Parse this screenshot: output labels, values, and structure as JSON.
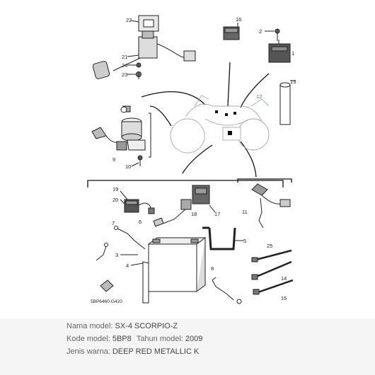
{
  "diagram": {
    "callouts": {
      "c1": "1",
      "c2": "2",
      "c3": "3",
      "c4": "4",
      "c5": "5",
      "c6": "6",
      "c7": "7",
      "c8": "8",
      "c9": "9",
      "c10": "10",
      "c11": "11",
      "c12": "12",
      "c13": "13",
      "c14": "14",
      "c15": "15",
      "c16": "16",
      "c17": "17",
      "c18": "18",
      "c19": "19",
      "c20": "20",
      "c21": "21",
      "c22": "22",
      "c23": "23",
      "c24": "24",
      "c25": "25"
    },
    "code": "5BP6460-G420"
  },
  "info": {
    "model_label": "Nama model:",
    "model_value": "SX-4 SCORPIO-Z",
    "code_label": "Kode model:",
    "code_value": "5BP8",
    "year_label": "Tahun model:",
    "year_value": "2009",
    "color_label": "Jenis warna:",
    "color_value": "DEEP RED METALLIC K"
  }
}
